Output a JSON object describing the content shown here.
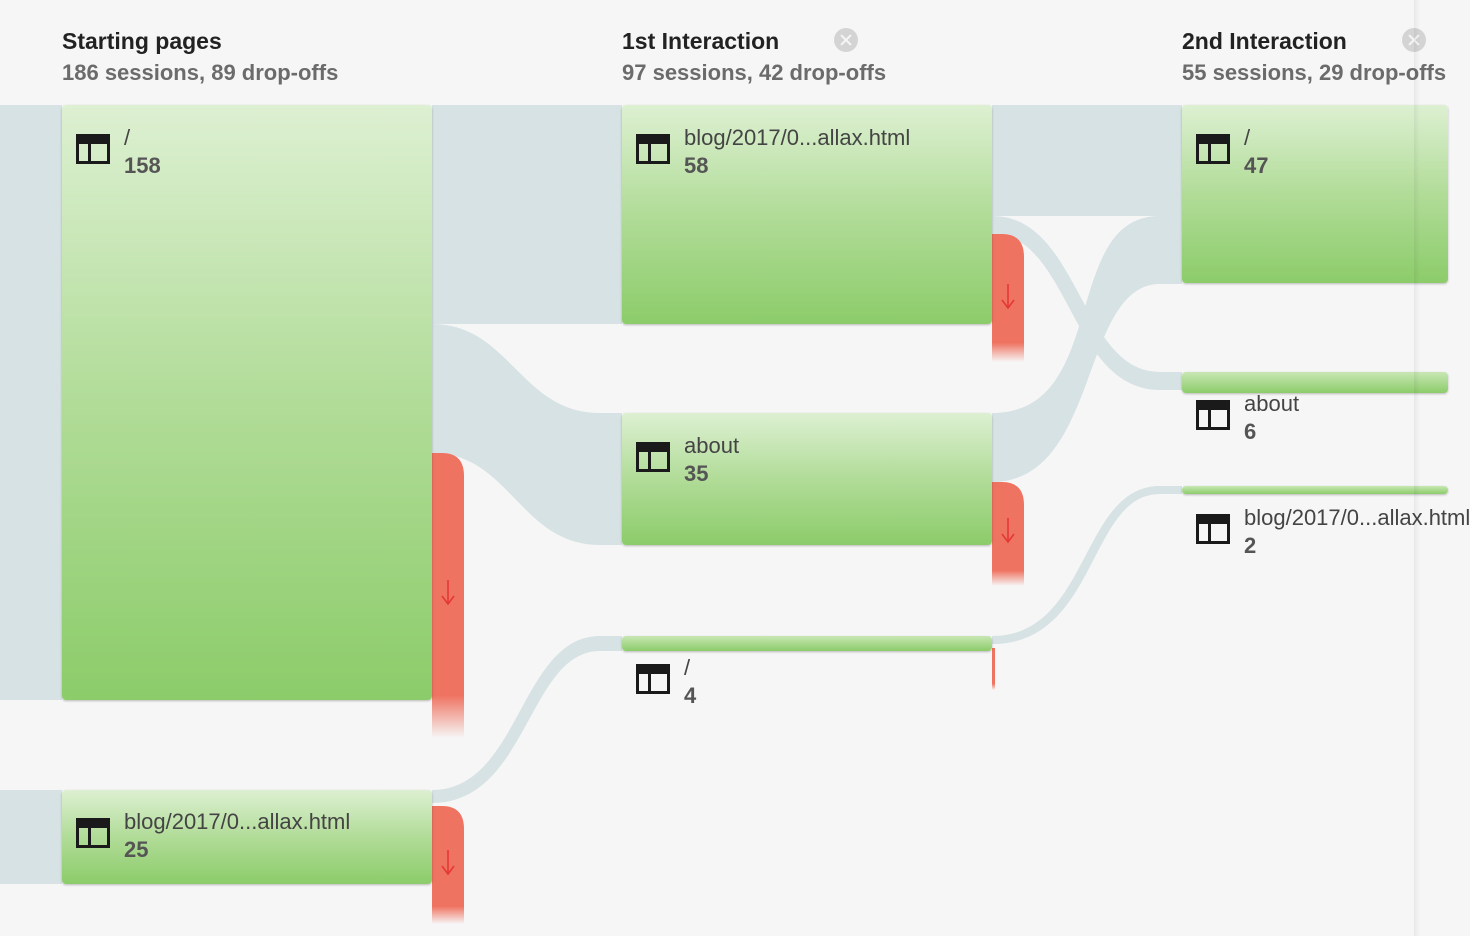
{
  "columns": [
    {
      "title": "Starting pages",
      "subtitle": "186 sessions, 89 drop-offs",
      "closable": false
    },
    {
      "title": "1st Interaction",
      "subtitle": "97 sessions, 42 drop-offs",
      "closable": true
    },
    {
      "title": "2nd Interaction",
      "subtitle": "55 sessions, 29 drop-offs",
      "closable": true
    }
  ],
  "nodes": {
    "start_home": {
      "page": "/",
      "count": "158"
    },
    "start_blog": {
      "page": "blog/2017/0...allax.html",
      "count": "25"
    },
    "i1_blog": {
      "page": "blog/2017/0...allax.html",
      "count": "58"
    },
    "i1_about": {
      "page": "about",
      "count": "35"
    },
    "i1_home": {
      "page": "/",
      "count": "4"
    },
    "i2_home": {
      "page": "/",
      "count": "47"
    },
    "i2_about": {
      "page": "about",
      "count": "6"
    },
    "i2_blog": {
      "page": "blog/2017/0...allax.html",
      "count": "2"
    }
  },
  "icons": {
    "page": "page-layout-icon",
    "dropoff": "dropoff-arrow-icon",
    "close": "close-circle-icon"
  },
  "colors": {
    "background": "#f6f6f6",
    "flow": "#d6e2e3",
    "node_top": "#ddf0d2",
    "node_bottom": "#8ccc6a",
    "dropoff": "#ef7361",
    "dropoff_arrow": "#e53935",
    "icon": "#1a1a1a"
  }
}
